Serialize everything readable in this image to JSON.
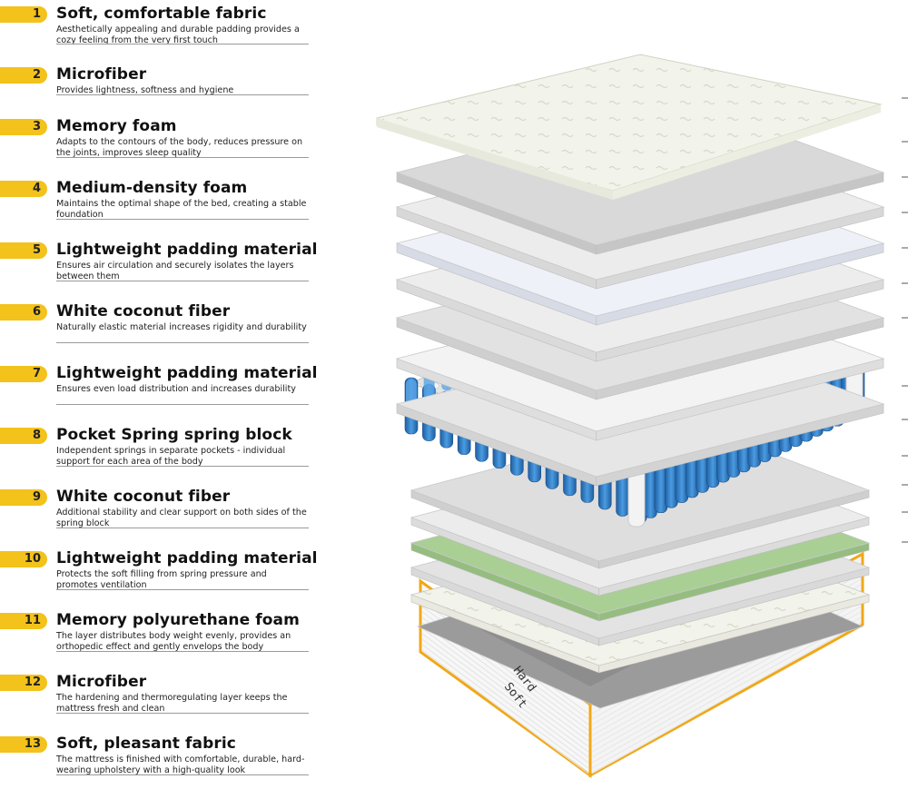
{
  "layers": [
    {
      "number": "1",
      "title": "Soft, comfortable fabric",
      "description": "Aesthetically appealing and durable padding provides a cozy feeling from the very first touch"
    },
    {
      "number": "2",
      "title": "Microfiber",
      "description": "Provides lightness, softness and hygiene"
    },
    {
      "number": "3",
      "title": "Memory foam",
      "description": "Adapts to the contours of the body, reduces pressure on the joints, improves sleep quality"
    },
    {
      "number": "4",
      "title": "Medium-density foam",
      "description": "Maintains the optimal shape of the bed, creating a stable foundation"
    },
    {
      "number": "5",
      "title": "Lightweight padding material",
      "description": "Ensures air circulation and securely isolates the layers between them"
    },
    {
      "number": "6",
      "title": "White coconut fiber",
      "description": "Naturally elastic material increases rigidity and durability"
    },
    {
      "number": "7",
      "title": "Lightweight padding material",
      "description": "Ensures even load distribution and increases durability"
    },
    {
      "number": "8",
      "title": "Pocket Spring spring block",
      "description": "Independent springs in separate pockets - individual support for each area of the body"
    },
    {
      "number": "9",
      "title": "White coconut fiber",
      "description": "Additional stability and clear support on both sides of the spring block"
    },
    {
      "number": "10",
      "title": "Lightweight padding material",
      "description": "Protects the soft filling from spring pressure and promotes ventilation"
    },
    {
      "number": "11",
      "title": "Memory polyurethane foam",
      "description": "The layer distributes body weight evenly, provides an orthopedic effect and gently envelops the body"
    },
    {
      "number": "12",
      "title": "Microfiber",
      "description": "The hardening and thermoregulating layer keeps the mattress fresh and clean"
    },
    {
      "number": "13",
      "title": "Soft, pleasant fabric",
      "description": "The mattress is finished with comfortable, durable, hard-wearing upholstery with a high-quality look"
    }
  ],
  "mattress_side_labels": {
    "top": "Hard",
    "bottom": "Soft"
  },
  "colors": {
    "badge": "#f3c21b",
    "spring": "#2f7fc8",
    "green_layer": "#a9cf95",
    "base_trim": "#f0a818"
  }
}
